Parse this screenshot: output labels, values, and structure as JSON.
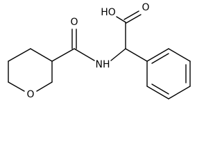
{
  "structure": {
    "atom_labels": {
      "hydroxyl": "HO",
      "carboxyl_oxygen": "O",
      "amide_oxygen": "O",
      "amine": "NH",
      "ring_oxygen": "O"
    },
    "line_color": "#000000",
    "background": "#ffffff"
  }
}
